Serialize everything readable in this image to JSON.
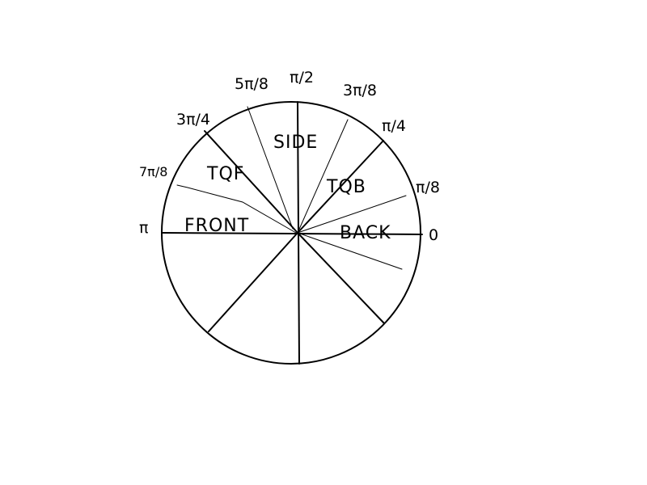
{
  "angle_labels": {
    "zero": "0",
    "pi_8": "π/8",
    "pi_4": "π/4",
    "three_pi_8": "3π/8",
    "pi_2": "π/2",
    "five_pi_8": "5π/8",
    "three_pi_4": "3π/4",
    "seven_pi_8": "7π/8",
    "pi": "π"
  },
  "region_labels": {
    "side": "SIDE",
    "tqb": "TQB",
    "tqf": "TQF",
    "front": "FRONT",
    "back": "BACK"
  }
}
